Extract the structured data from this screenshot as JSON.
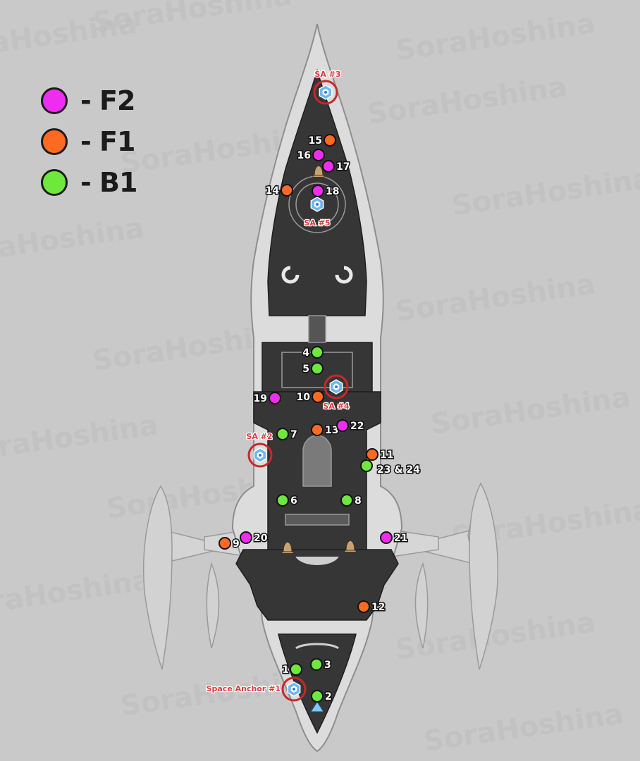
{
  "watermark": "SoraHoshina",
  "legend": [
    {
      "label": "- F2",
      "color": "#ee2df0"
    },
    {
      "label": "- F1",
      "color": "#ff6a22"
    },
    {
      "label": "- B1",
      "color": "#6ee83c"
    }
  ],
  "colors": {
    "f2": "#ee2df0",
    "f1": "#ff6a22",
    "b1": "#6ee83c",
    "hull": "#dadada",
    "deck": "#333333",
    "anchor_ring": "#c42a2a",
    "anchor_icon": "#6fb7f2"
  },
  "markers": {
    "m1": {
      "label": "1",
      "floor": "B1"
    },
    "m2": {
      "label": "2",
      "floor": "B1"
    },
    "m3": {
      "label": "3",
      "floor": "B1"
    },
    "m4": {
      "label": "4",
      "floor": "B1"
    },
    "m5": {
      "label": "5",
      "floor": "B1"
    },
    "m6": {
      "label": "6",
      "floor": "B1"
    },
    "m7": {
      "label": "7",
      "floor": "B1"
    },
    "m8": {
      "label": "8",
      "floor": "B1"
    },
    "m9": {
      "label": "9",
      "floor": "F1"
    },
    "m10": {
      "label": "10",
      "floor": "F1"
    },
    "m11": {
      "label": "11",
      "floor": "F1"
    },
    "m12": {
      "label": "12",
      "floor": "F1"
    },
    "m13": {
      "label": "13",
      "floor": "F1"
    },
    "m14": {
      "label": "14",
      "floor": "F1"
    },
    "m15": {
      "label": "15",
      "floor": "F1"
    },
    "m16": {
      "label": "16",
      "floor": "F2"
    },
    "m17": {
      "label": "17",
      "floor": "F2"
    },
    "m18": {
      "label": "18",
      "floor": "F2"
    },
    "m19": {
      "label": "19",
      "floor": "F2"
    },
    "m20": {
      "label": "20",
      "floor": "F2"
    },
    "m21": {
      "label": "21",
      "floor": "F2"
    },
    "m22": {
      "label": "22",
      "floor": "F2"
    },
    "m23": {
      "label": "23 & 24",
      "floor": "B1"
    }
  },
  "anchors": {
    "sa1": {
      "label": "Space Anchor #1"
    },
    "sa2": {
      "label": "SA #2"
    },
    "sa3": {
      "label": "SA #3"
    },
    "sa4": {
      "label": "SA #4"
    },
    "sa5": {
      "label": "SA #5"
    }
  },
  "icons": [
    "space-anchor-icon",
    "bell-icon",
    "player-arrow-icon"
  ]
}
